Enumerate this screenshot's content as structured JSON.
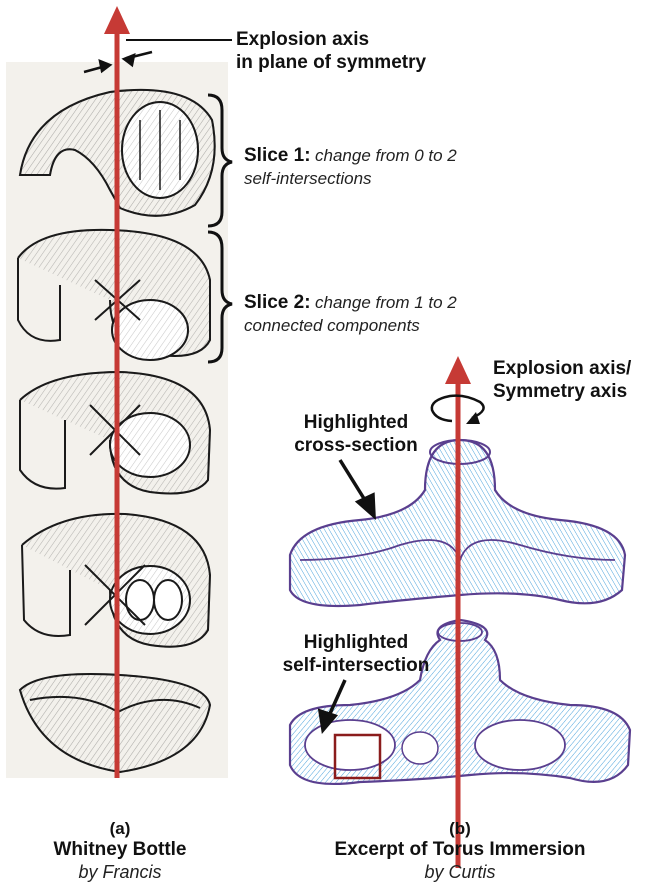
{
  "colors": {
    "axis": "#c63a35",
    "ink": "#1a1a1a",
    "hatch_blue": "#3a9ad9",
    "outline_purple": "#5a3f8f",
    "highlight_box": "#8b1c1c",
    "paper": "#f3f1ec"
  },
  "annotations": {
    "explosion_axis_title": "Explosion axis",
    "explosion_axis_sub": "in plane of symmetry",
    "slice1_bold": "Slice 1:",
    "slice1_italic_line1": "change from 0 to 2",
    "slice1_italic_line2": "self-intersections",
    "slice2_bold": "Slice 2:",
    "slice2_italic_line1": "change from 1 to 2",
    "slice2_italic_line2": "connected components",
    "explosion_symmetry_line1": "Explosion axis/",
    "explosion_symmetry_line2": "Symmetry axis",
    "highlighted_cross_line1": "Highlighted",
    "highlighted_cross_line2": "cross-section",
    "highlighted_self_line1": "Highlighted",
    "highlighted_self_line2": "self-intersection"
  },
  "captions": {
    "a": {
      "label": "(a)",
      "title": "Whitney Bottle",
      "author": "by Francis"
    },
    "b": {
      "label": "(b)",
      "title": "Excerpt of Torus Immersion",
      "author": "by Curtis"
    }
  },
  "icons": [
    "arrow-up-icon",
    "rotation-arrow-icon",
    "pointer-arrow-icon",
    "curly-brace-icon"
  ]
}
